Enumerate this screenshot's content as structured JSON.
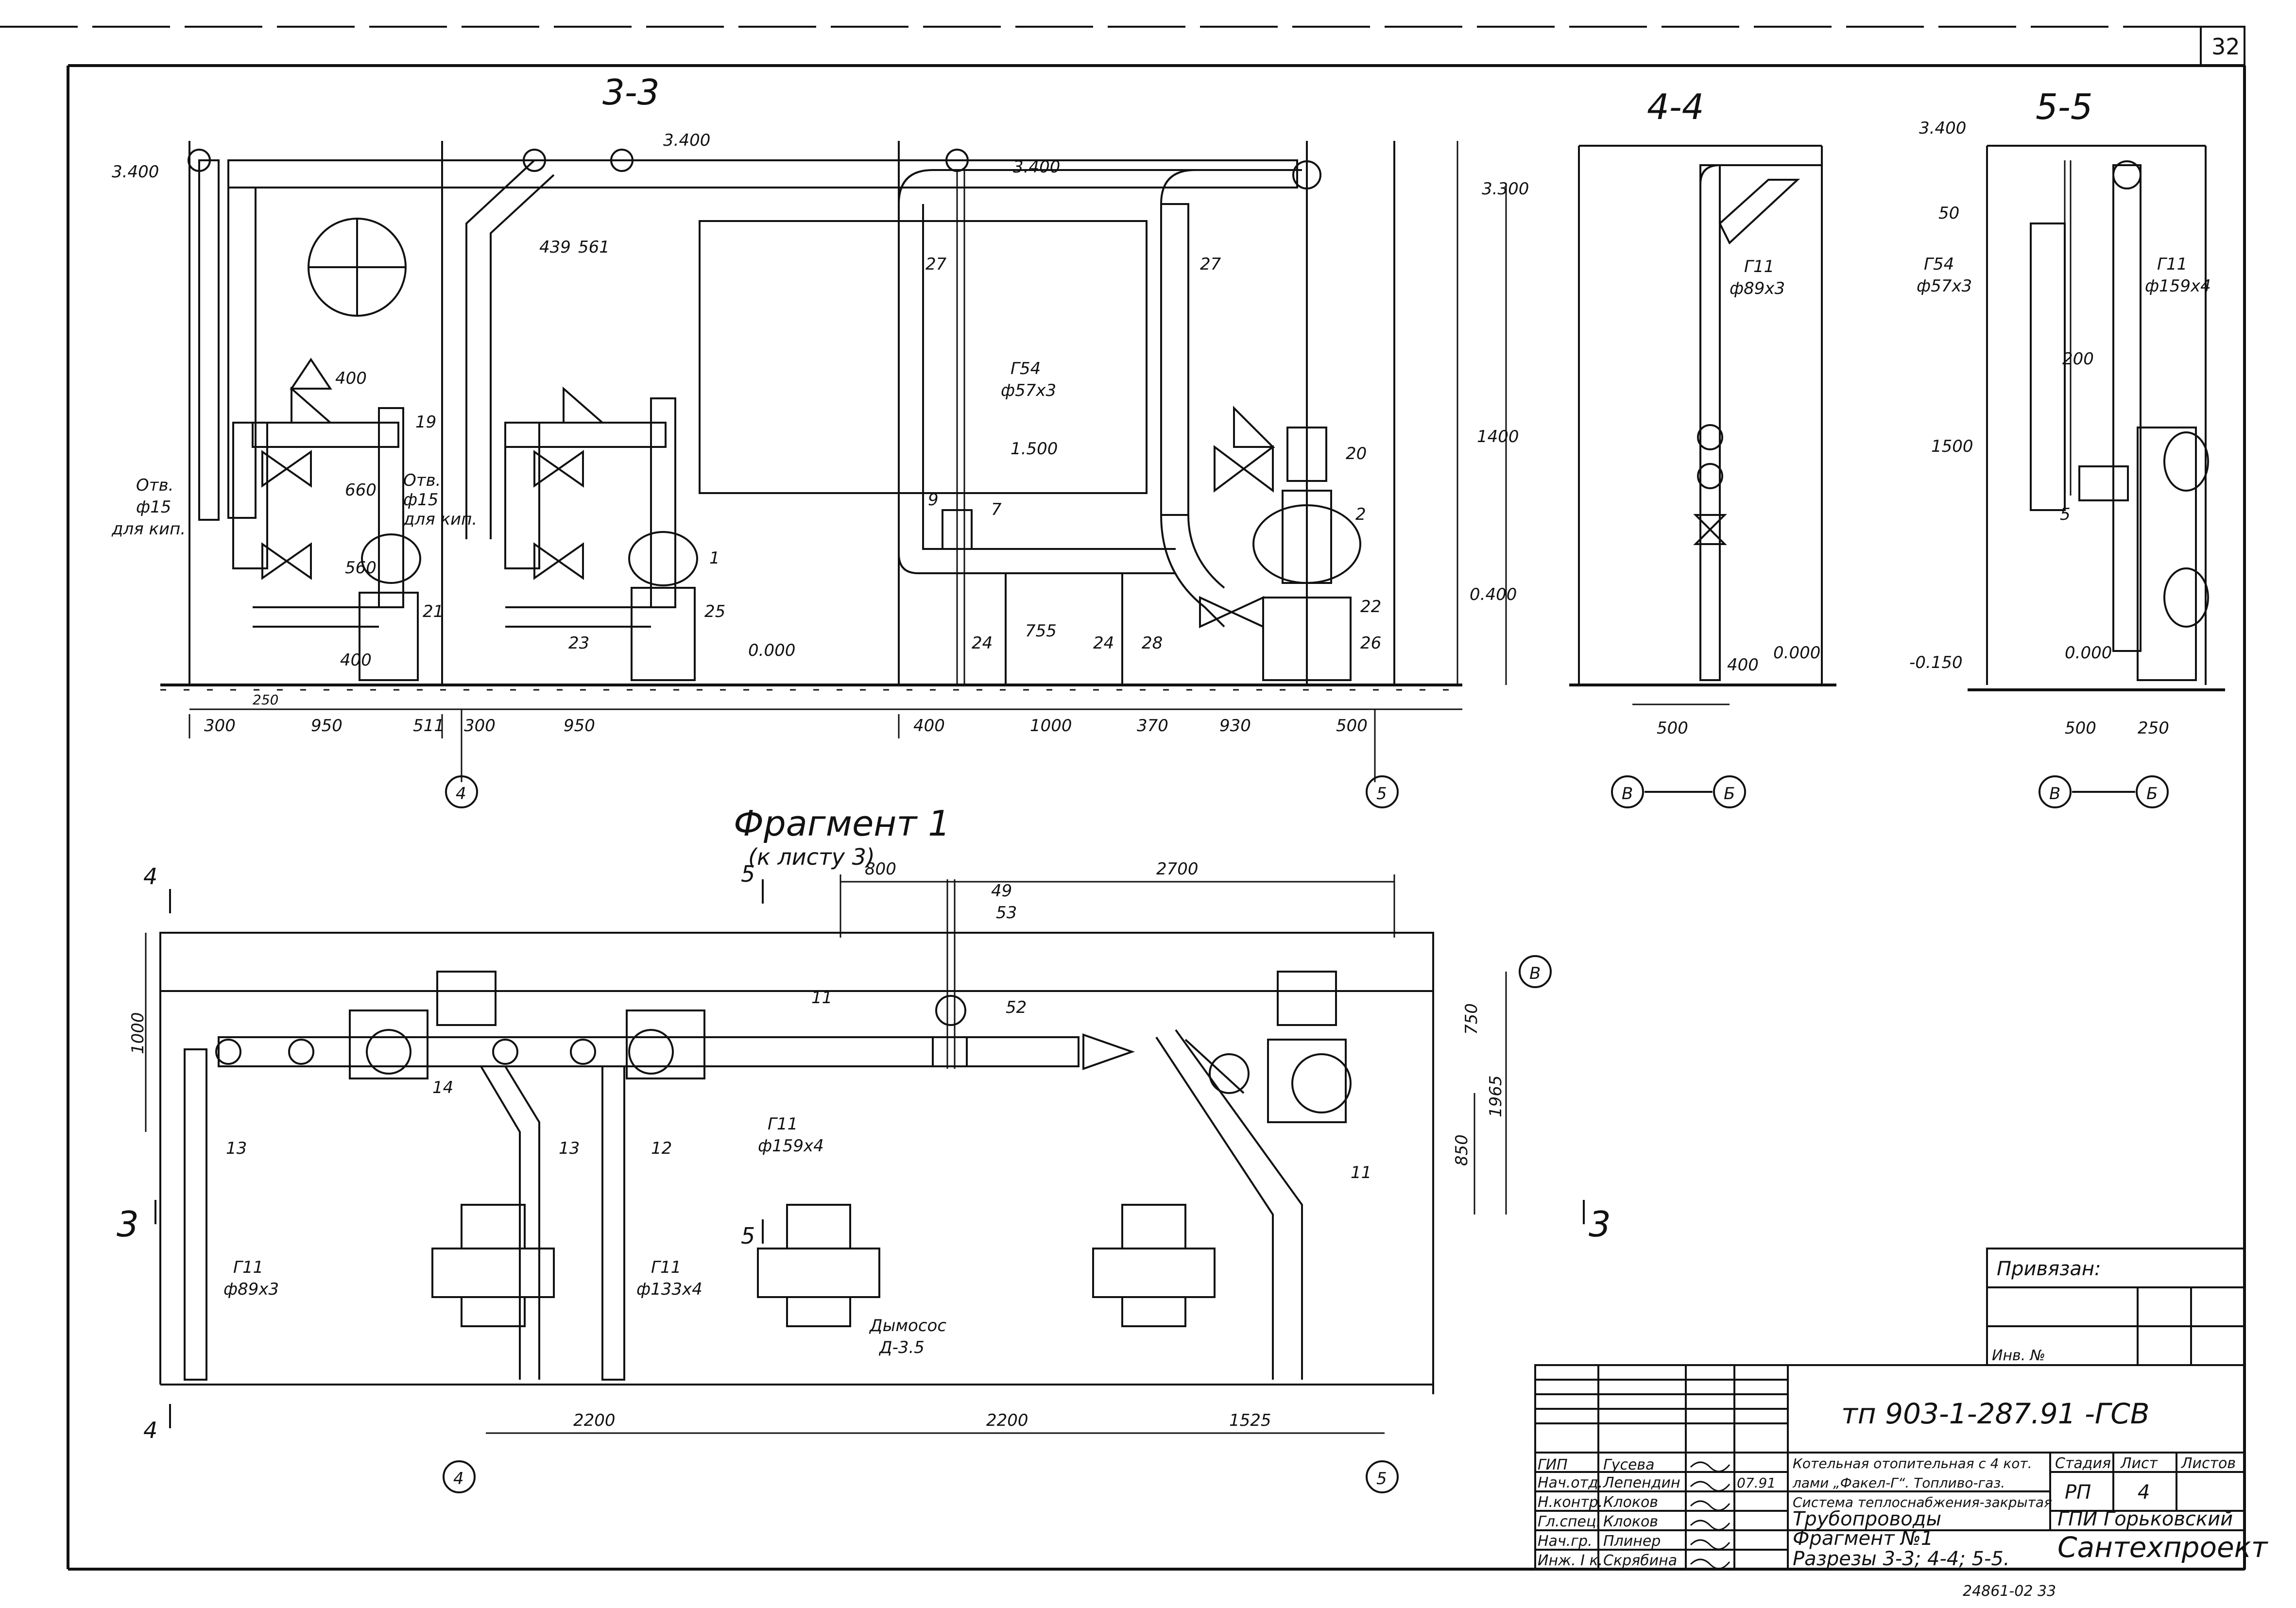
{
  "page_number": "32",
  "sections": {
    "s33": {
      "title": "3-3",
      "elev_top": "3.400",
      "elev_top2": "3.400",
      "elev_top3": "3.400",
      "elev_330": "3.300",
      "elev_1500": "1.500",
      "elev_0400": "0.400",
      "elev_0000": "0.000",
      "dim_400_top": "400",
      "dim_439": "439",
      "dim_561": "561",
      "dim_660": "660",
      "dim_560": "560",
      "dim_400_v": "400",
      "dim_250": "250",
      "dim_1400": "1400",
      "dim_755": "755",
      "otv_left": [
        "Отв.",
        "ф15",
        "для кип."
      ],
      "otv_right": [
        "Отв.",
        "ф15",
        "для кип."
      ],
      "g54": "Г54",
      "d57": "ф57х3",
      "pos": [
        "27",
        "27",
        "19",
        "1",
        "21",
        "23",
        "25",
        "24",
        "24",
        "28",
        "2",
        "20",
        "22",
        "26",
        "9",
        "7"
      ],
      "bottom_dims": [
        "300",
        "950",
        "511",
        "300",
        "950",
        "400",
        "1000",
        "370",
        "930",
        "500"
      ],
      "axis_a": "4",
      "axis_b": "5"
    },
    "s44": {
      "title": "4-4",
      "g11": "Г11",
      "d89": "ф89х3",
      "dim_400": "400",
      "elev": "0.000",
      "dim_500": "500",
      "axis_left": "В",
      "axis_right": "Б"
    },
    "s55": {
      "title": "5-5",
      "elev_top": "3.400",
      "pos50": "50",
      "g54": "Г54",
      "d57": "ф57х3",
      "g11": "Г11",
      "d159": "ф159х4",
      "dim_200": "200",
      "dim_1500": "1500",
      "pos5": "5",
      "elev_neg": "-0.150",
      "elev_0": "0.000",
      "dim_500": "500",
      "dim_250": "250",
      "axis_left": "В",
      "axis_right": "Б"
    }
  },
  "fragment": {
    "title": "Фрагмент 1",
    "subtitle": "(к листу 3)",
    "cut4": "4",
    "cut5": "5",
    "cut3": "3",
    "dim_800": "800",
    "dim_2700": "2700",
    "pos49": "49",
    "pos53": "53",
    "pos52": "52",
    "pos11a": "11",
    "pos11b": "11",
    "pos14": "14",
    "pos13a": "13",
    "pos13b": "13",
    "pos12": "12",
    "g11_main": "Г11",
    "d159": "ф159х4",
    "g11_left": "Г11",
    "d89": "ф89х3",
    "g11_mid": "Г11",
    "d133": "ф133х4",
    "smoke_name": "Дымосос",
    "smoke_model": "Д-3.5",
    "dim_1000": "1000",
    "dim_750": "750",
    "dim_850": "850",
    "dim_1965": "1965",
    "bottom_dims": [
      "2200",
      "2200",
      "1525"
    ],
    "axis_b": "В",
    "axis_4": "4",
    "axis_5": "5"
  },
  "title_block": {
    "bound": "Привязан:",
    "inv": "Инв. №",
    "code": "тп 903-1-287.91 -ГСВ",
    "roles": [
      "ГИП",
      "Нач.отд.",
      "Н.контр.",
      "Гл.спец.",
      "Нач.гр.",
      "Инж. I к."
    ],
    "names": [
      "Гусева",
      "Лепендин",
      "Клоков",
      "Клоков",
      "Плинер",
      "Скрябина"
    ],
    "project": [
      "Котельная отопительная с 4 кот.",
      "лами „Факел-Г“. Топливо-газ.",
      "Система теплоснабжения-закрытая"
    ],
    "date": "07.91",
    "stage_h": "Стадия",
    "sheet_h": "Лист",
    "sheets_h": "Листов",
    "stage": "РП",
    "sheet": "4",
    "drawing": [
      "Трубопроводы",
      "Фрагмент №1",
      "Разрезы 3-3; 4-4; 5-5."
    ],
    "org": [
      "ГПИ Горьковский",
      "Сантехпроект"
    ],
    "archive": "24861-02  33"
  }
}
